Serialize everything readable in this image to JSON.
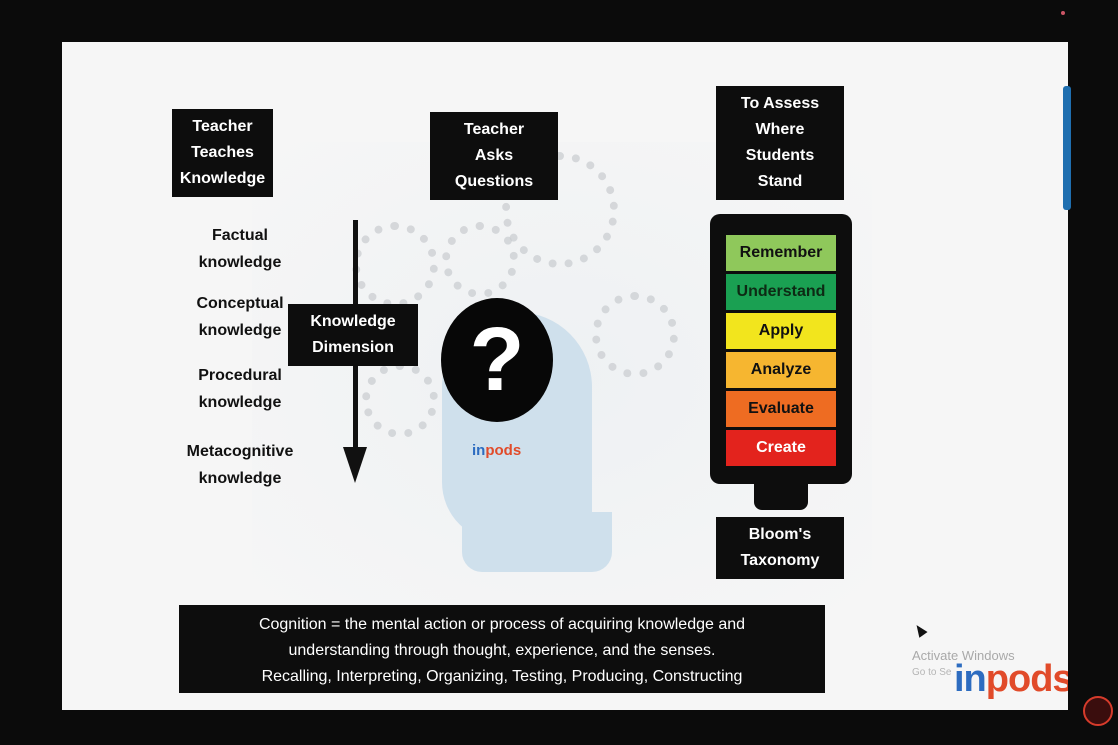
{
  "slide": {
    "box_teaches": "Teacher\nTeaches\nKnowledge",
    "box_asks": "Teacher\nAsks\nQuestions",
    "box_assess": "To Assess\nWhere\nStudents\nStand",
    "box_dimension": "Knowledge\nDimension",
    "box_bloom": "Bloom's\nTaxonomy",
    "knowledge_types": [
      "Factual\nknowledge",
      "Conceptual\nknowledge",
      "Procedural\nknowledge",
      "Metacognitive\nknowledge"
    ],
    "question_mark": "?",
    "head_brand_in": "in",
    "head_brand_pods": "pods",
    "bloom_levels": [
      {
        "label": "Remember",
        "color": "#8fc85b"
      },
      {
        "label": "Understand",
        "color": "#1aa052"
      },
      {
        "label": "Apply",
        "color": "#f2e51d"
      },
      {
        "label": "Analyze",
        "color": "#f6b630"
      },
      {
        "label": "Evaluate",
        "color": "#ee6c22"
      },
      {
        "label": "Create",
        "color": "#e3231d"
      }
    ],
    "caption_lines": [
      "Cognition = the mental action or process of acquiring knowledge and",
      "understanding through thought, experience, and the senses.",
      "Recalling, Interpreting, Organizing, Testing, Producing, Constructing"
    ],
    "logo_in": "in",
    "logo_pods": "pods"
  },
  "overlay": {
    "activate_title": "Activate Windows",
    "activate_sub": "Go to Se"
  },
  "colors": {
    "brand_blue": "#2d6cc0",
    "brand_red": "#e14b2a",
    "head": "#cfe0ec"
  }
}
